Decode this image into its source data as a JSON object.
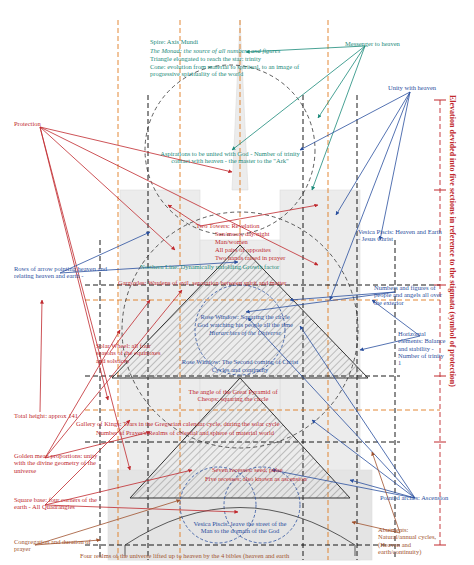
{
  "diagram": {
    "labels": [
      "Spire: Axis Mundi",
      "The Monad: the source of all numbers and figures",
      "Triangle elongated to reach the star: trinity",
      "Cone: evolution from material to spiritual, to an image of progressive spirituality of the world",
      "Messenger to heaven",
      "Unity with heaven",
      "Protection",
      "Aspirations to be united with God - Number of trinity contact with heaven - the master to the \"Ark\"",
      "Elevation devided into five sections in reference to the stigmata (symbol of protection)",
      "Two Towers: Revelation",
      "Sun/moon, day/night",
      "Man/women",
      "All pairs of opposites",
      "Two hands raised in prayer",
      "Vesica Piscis: Heaven and Earth - Jesus Christ",
      "Northern Line: Dynamically unfolding Growth factor",
      "Gargoyles: Wardens of evil, separation between spirit and matter",
      "Rows of arrow pointing heaven and relating heaven and earth -",
      "Numbers and figures of people and angels all over the exterior",
      "Rose Window: Squaring the circle",
      "God watching his people all the time",
      "Hierarchies of the Universe",
      "Solar Wheel: all four seasons of the equinoxes and solstices",
      "Rose Window: The Second coming of Christ",
      "Cycles and continuity",
      "Horizontal elements: Balance and stability - Number of trinity 1",
      "Total height: approx 141",
      "The angle of the Great Pyramid of Cheops: squaring the circle",
      "Golden mean proportions: unity with the divine geometry of the universe",
      "Gallery of Kings: Tears in the Gregorian calendar cycle, during the solar cycle",
      "Number of Prayer's Realms of celestial and sphere of material world",
      "Square base: four corners of the earth - All Quadrangles",
      "Seven recesses: seed, pulse",
      "Five recesses: also known as ascension",
      "Pointed arches: Ascension",
      "Vesica Piscis: leave the street of the Man to the domain of the God",
      "Congregation and duration of prayer",
      "Abutments: Natural/annual cycles, (Heaven and earth/continuity)",
      "Four realms of the universe lifted up to heaven by the 4 bibles (heaven and earth"
    ]
  }
}
